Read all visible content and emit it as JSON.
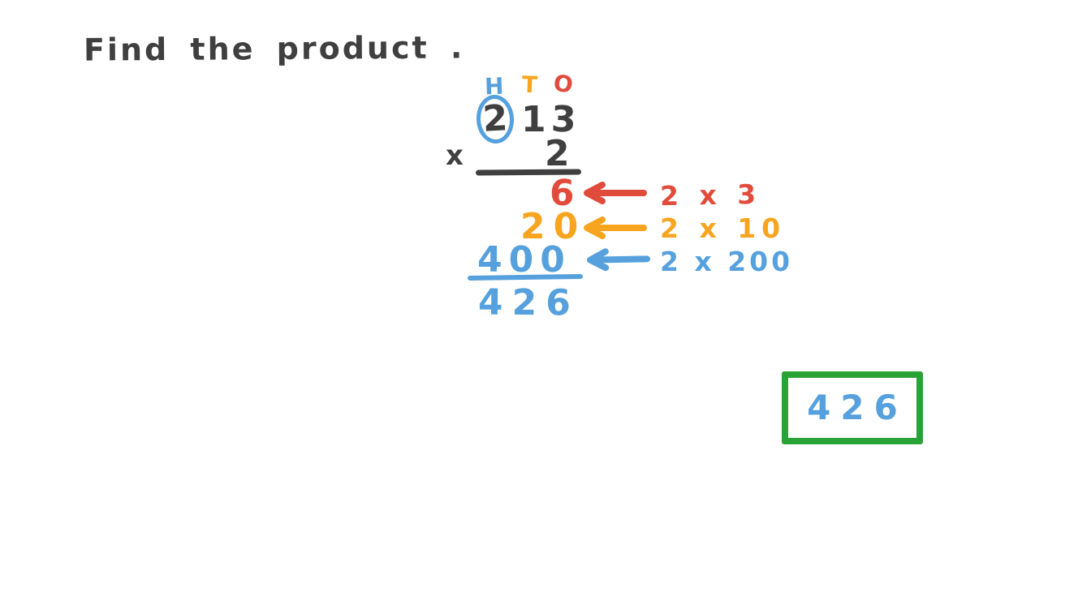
{
  "colors": {
    "ink": "#3f3f3f",
    "blue": "#56a1dd",
    "orange": "#f7a41f",
    "red": "#e14b3b",
    "green": "#2aa336",
    "background": "#ffffff"
  },
  "title": "Find the product .",
  "worksheet": {
    "place_value_headers": [
      {
        "label": "H",
        "meaning": "Hundreds",
        "color": "#56a1dd"
      },
      {
        "label": "T",
        "meaning": "Tens",
        "color": "#f7a41f"
      },
      {
        "label": "O",
        "meaning": "Ones",
        "color": "#e14b3b"
      }
    ],
    "multiplicand": {
      "value": "213",
      "digits": [
        "2",
        "1",
        "3"
      ],
      "circled_digit_index": 0,
      "circle_color": "#56a1dd",
      "digit_color": "#3f3f3f"
    },
    "multiplication_sign": "x",
    "multiplier": "2",
    "partial_products": [
      {
        "value": "6",
        "color": "#e14b3b",
        "explanation": "2 x 3"
      },
      {
        "value": "20",
        "color": "#f7a41f",
        "explanation": "2 x 10"
      },
      {
        "value": "400",
        "color": "#56a1dd",
        "explanation": "2 x 200"
      }
    ],
    "product": {
      "value": "426",
      "color": "#56a1dd"
    }
  },
  "answer_box": {
    "value": "426",
    "border_color": "#2aa336",
    "text_color": "#56a1dd"
  }
}
